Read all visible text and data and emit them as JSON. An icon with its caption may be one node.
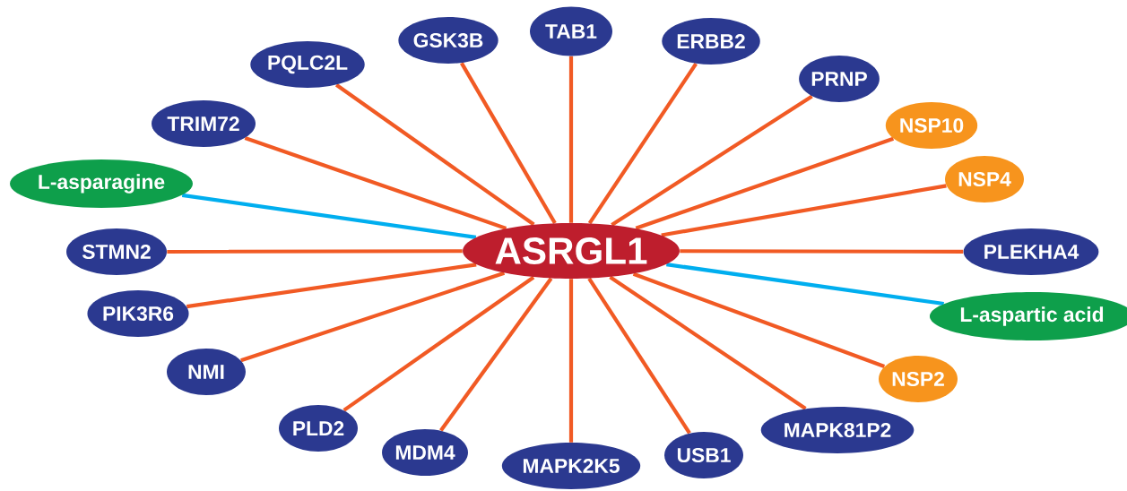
{
  "diagram": {
    "nodes": [
      {
        "text": [
          "ASRGL1"
        ]
      },
      {
        "text": [
          "GSK3B"
        ]
      },
      {
        "text": [
          "TAB1"
        ]
      },
      {
        "text": [
          "PQLC2L"
        ]
      },
      {
        "text": [
          "ERBB2"
        ]
      },
      {
        "text": [
          "PRNP"
        ]
      },
      {
        "text": [
          "TRIM72"
        ]
      },
      {
        "text": [
          "NSP10"
        ]
      },
      {
        "text": [
          "L-asparagine"
        ]
      },
      {
        "text": [
          "NSP4"
        ]
      },
      {
        "text": [
          "STMN2"
        ]
      },
      {
        "text": [
          "PLEKHA4"
        ]
      },
      {
        "text": [
          "PIK3R6"
        ]
      },
      {
        "text": [
          "L-aspartic acid"
        ]
      },
      {
        "text": [
          "NMI"
        ]
      },
      {
        "text": [
          "NSP2"
        ]
      },
      {
        "text": [
          "PLD2"
        ]
      },
      {
        "text": [
          "MAPK81P2"
        ]
      },
      {
        "text": [
          "MDM4"
        ]
      },
      {
        "text": [
          "MAPK2K5"
        ]
      },
      {
        "text": [
          "USB1"
        ]
      }
    ],
    "edges": [
      {
        "from": 0,
        "to": 1,
        "arrow": "none"
      },
      {
        "from": 0,
        "to": 2,
        "arrow": "none"
      },
      {
        "from": 0,
        "to": 3,
        "arrow": "none"
      },
      {
        "from": 0,
        "to": 4,
        "arrow": "none"
      },
      {
        "from": 0,
        "to": 5,
        "arrow": "none"
      },
      {
        "from": 0,
        "to": 6,
        "arrow": "none"
      },
      {
        "from": 0,
        "to": 7,
        "arrow": "none"
      },
      {
        "from": 0,
        "to": 8,
        "arrow": "none",
        "color": "#00aeef"
      },
      {
        "from": 0,
        "to": 9,
        "arrow": "none"
      },
      {
        "from": 0,
        "to": 10,
        "arrow": "none"
      },
      {
        "from": 0,
        "to": 11,
        "arrow": "none"
      },
      {
        "from": 0,
        "to": 12,
        "arrow": "none"
      },
      {
        "from": 0,
        "to": 13,
        "arrow": "none",
        "color": "#00aeef"
      },
      {
        "from": 0,
        "to": 14,
        "arrow": "none"
      },
      {
        "from": 0,
        "to": 15,
        "arrow": "none"
      },
      {
        "from": 0,
        "to": 16,
        "arrow": "none"
      },
      {
        "from": 0,
        "to": 17,
        "arrow": "none"
      },
      {
        "from": 0,
        "to": 18,
        "arrow": "none"
      },
      {
        "from": 0,
        "to": 19,
        "arrow": "none"
      },
      {
        "from": 0,
        "to": 20,
        "arrow": "none"
      }
    ]
  }
}
